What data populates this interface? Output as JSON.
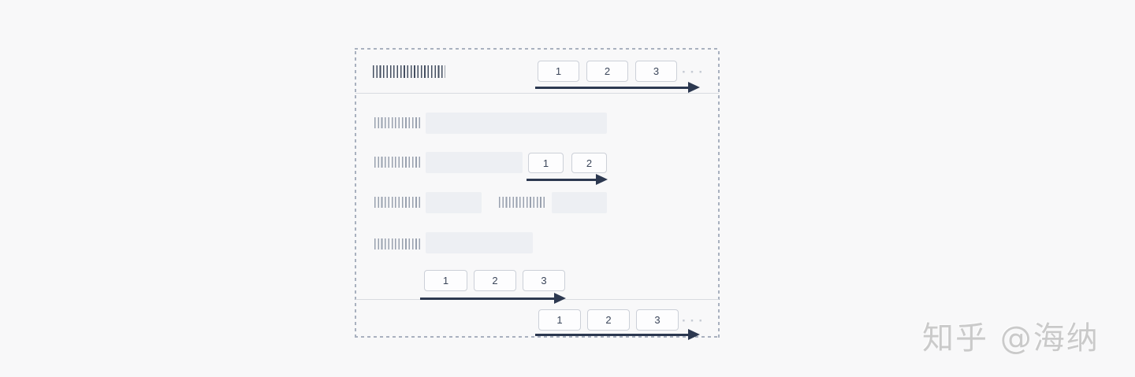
{
  "panel": {
    "header_pagination": {
      "buttons": [
        "1",
        "2",
        "3"
      ],
      "ellipsis": "···"
    },
    "row_pagination": {
      "buttons": [
        "1",
        "2"
      ]
    },
    "body_pagination": {
      "buttons": [
        "1",
        "2",
        "3"
      ]
    },
    "footer_pagination": {
      "buttons": [
        "1",
        "2",
        "3"
      ],
      "ellipsis": "···"
    }
  },
  "watermark": {
    "text": "知乎 @海纳"
  },
  "colors": {
    "background": "#f8f8f9",
    "dashed_border": "#a9b1bf",
    "divider": "#d8dbe0",
    "arrow": "#2c3850",
    "button_background": "#fdfdfe",
    "button_border": "#ccd0d8",
    "button_text": "#3b465a",
    "bars_dark": "#454f61",
    "bars_light": "#99a1af",
    "placeholder_block": "#edeff3",
    "ellipsis_dots": "#c6cbd4",
    "watermark_text": "#cacaca"
  }
}
